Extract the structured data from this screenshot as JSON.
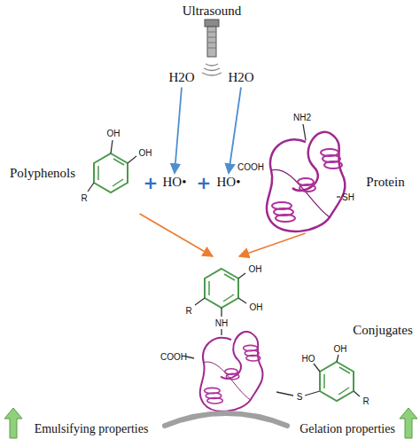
{
  "diagram": {
    "nodes": [
      {
        "text": [
          "H2O"
        ]
      },
      {
        "text": [
          "H2O"
        ]
      },
      {
        "text": [
          "HO•"
        ]
      },
      {
        "text": [
          "HO•"
        ]
      },
      {
        "text": [
          "Polyphenols"
        ]
      },
      {
        "text": [
          "Protein"
        ]
      },
      {
        "text": [
          "Conjugates"
        ]
      }
    ],
    "edges": [
      {
        "from": 0,
        "to": 2,
        "arrow": "to"
      },
      {
        "from": 1,
        "to": 3,
        "arrow": "to"
      },
      {
        "from": 4,
        "to": 6,
        "arrow": "to"
      },
      {
        "from": 5,
        "to": 6,
        "arrow": "to"
      }
    ],
    "labels": [
      "Ultrasound",
      "+",
      "+",
      "R",
      "OH",
      "OH",
      "NH2",
      "COOH",
      "SH",
      "R",
      "OH",
      "OH",
      "NH",
      "COOH",
      "HO",
      "OH",
      "S",
      "R",
      "Emulsifying properties",
      "Gelation properties"
    ]
  }
}
